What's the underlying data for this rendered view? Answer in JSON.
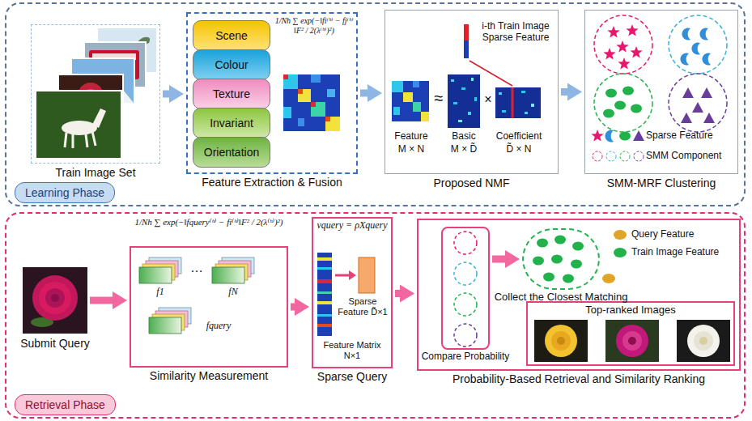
{
  "diagram": {
    "nodes": [
      {
        "text": [
          "Learning Phase"
        ]
      },
      {
        "text": [
          "Train Image Set"
        ],
        "in": 0
      },
      {
        "text": [
          "Feature Extraction & Fusion"
        ],
        "in": 0
      },
      {
        "text": [
          "Scene"
        ],
        "in": 2
      },
      {
        "text": [
          "Colour"
        ],
        "in": 2
      },
      {
        "text": [
          "Texture"
        ],
        "in": 2
      },
      {
        "text": [
          "Invariant"
        ],
        "in": 2
      },
      {
        "text": [
          "Orientation"
        ],
        "in": 2
      },
      {
        "text": [
          "Proposed NMF"
        ],
        "in": 0
      },
      {
        "text": [
          "SMM-MRF Clustering"
        ],
        "in": 0
      },
      {
        "text": [
          "Retrieval Phase"
        ]
      },
      {
        "text": [
          "Submit Query"
        ],
        "in": 10
      },
      {
        "text": [
          "Similarity Measurement"
        ],
        "in": 10
      },
      {
        "text": [
          "Sparse Query"
        ],
        "in": 10
      },
      {
        "text": [
          "Probability-Based Retrieval and Similarity Ranking"
        ],
        "in": 10
      },
      {
        "text": [
          "Compare Probability"
        ],
        "in": 14
      },
      {
        "text": [
          "Collect the Closest Matching"
        ],
        "in": 14
      },
      {
        "text": [
          "Top-ranked Images"
        ],
        "in": 14
      }
    ],
    "edges": [
      {
        "from": 1,
        "to": 2,
        "arrow": "to"
      },
      {
        "from": 2,
        "to": 8,
        "arrow": "to"
      },
      {
        "from": 8,
        "to": 9,
        "arrow": "to"
      },
      {
        "from": 11,
        "to": 12,
        "arrow": "to"
      },
      {
        "from": 12,
        "to": 13,
        "arrow": "to"
      },
      {
        "from": 13,
        "to": 14,
        "arrow": "to"
      },
      {
        "from": 15,
        "to": 16,
        "arrow": "to"
      }
    ],
    "labels": [
      "1/Nh ∑ exp(−‖fi⁽ʰ⁾ − fj⁽ʰ⁾‖F² / 2(λ⁽ʰ⁾)²)",
      "i-th Train Image Sparse Feature",
      "Feature",
      "M × N",
      "≈",
      "Basic",
      "M × D̃",
      "×",
      "Coefficient",
      "D̃ × N",
      "1/Nh ∑ exp(−‖fquery⁽ʰ⁾ − fi⁽ʰ⁾‖F² / 2(λ⁽ʰ⁾)²)",
      "f1",
      "…",
      "fN",
      "fquery",
      "vquery = ρXquery",
      "Sparse Feature D̃×1",
      "Feature Matrix N×1"
    ],
    "legend": [
      {
        "text": "Sparse Feature"
      },
      {
        "text": "SMM Component"
      },
      {
        "text": "Query Feature",
        "color": "#e0a526"
      },
      {
        "text": "Train Image Feature",
        "color": "#22b24c"
      }
    ]
  }
}
